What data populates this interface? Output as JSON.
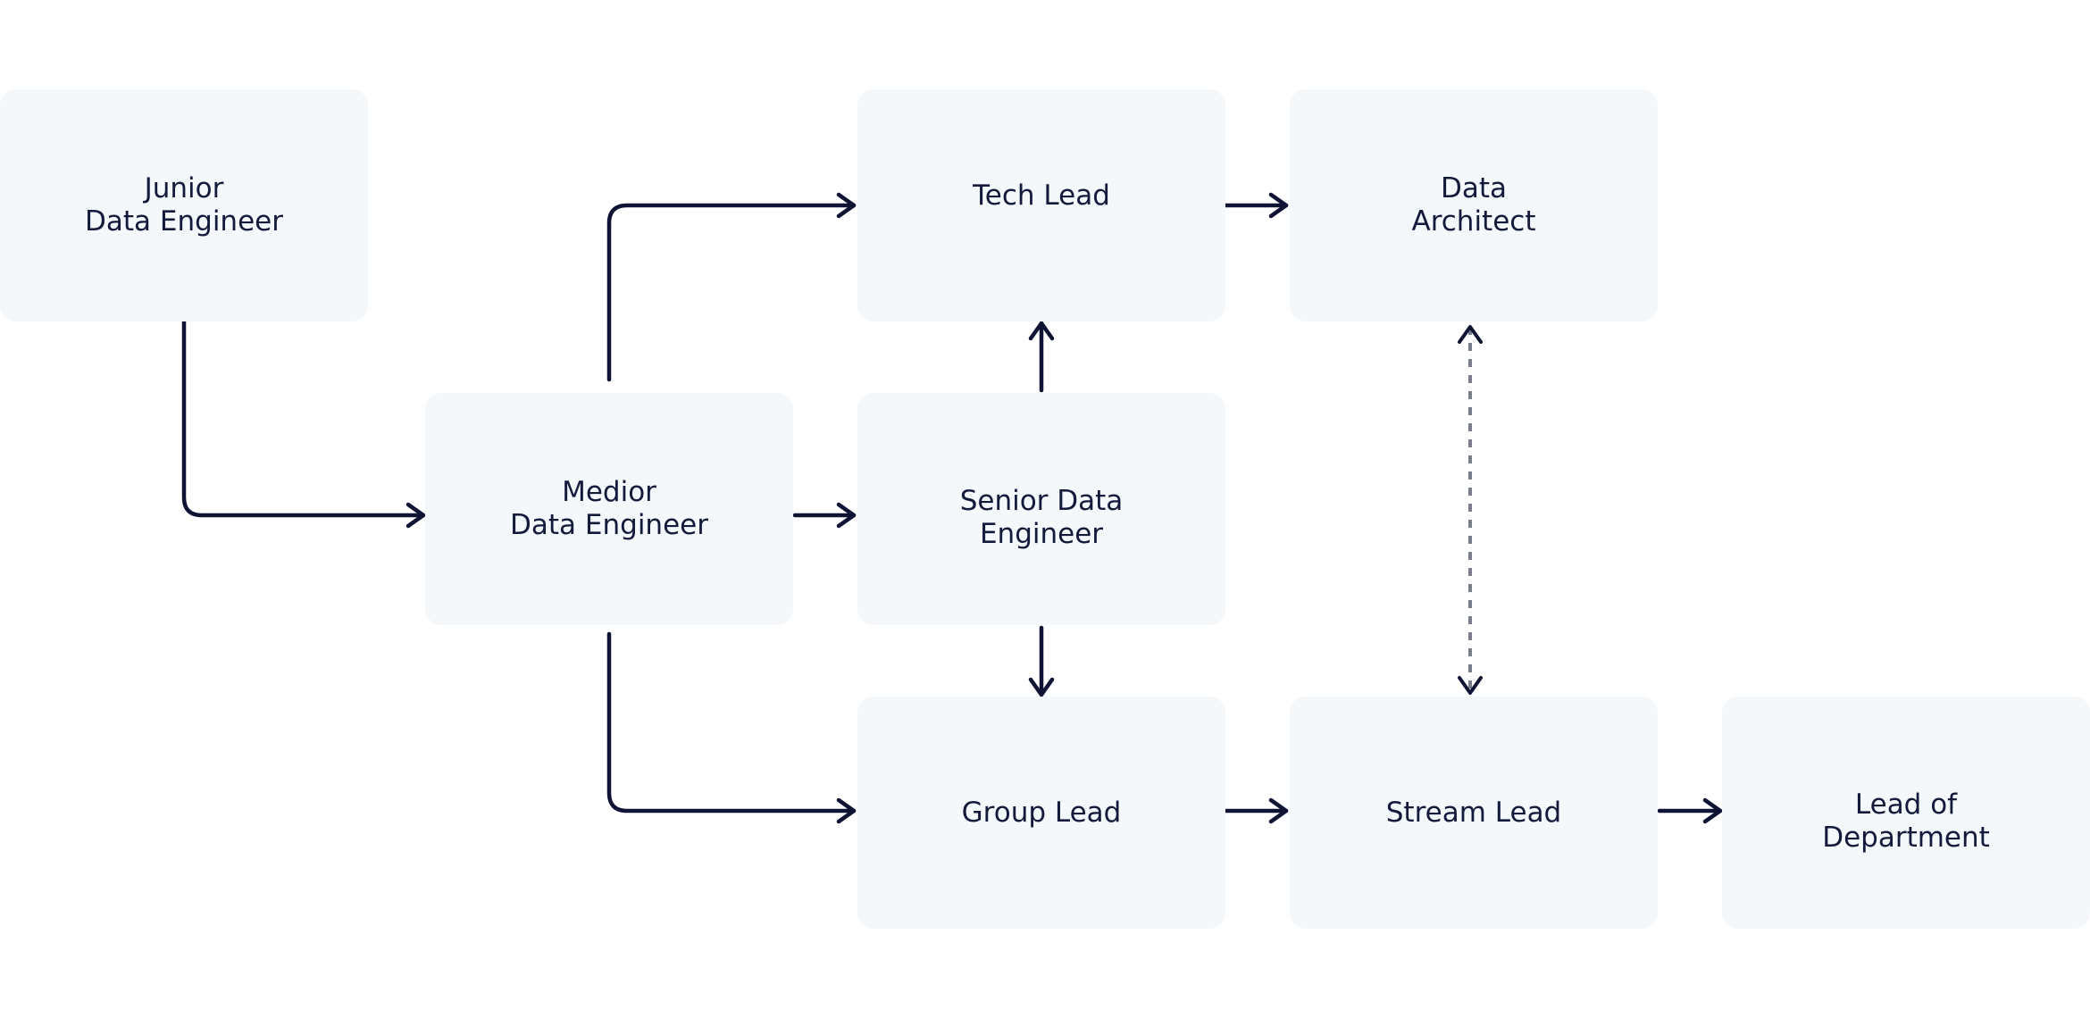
{
  "nodes": {
    "junior": {
      "line1": "Junior",
      "line2": "Data Engineer"
    },
    "medior": {
      "line1": "Medior",
      "line2": "Data Engineer"
    },
    "tech_lead": {
      "line1": "Tech Lead"
    },
    "senior": {
      "line1": "Senior Data",
      "line2": "Engineer"
    },
    "data_architect": {
      "line1": "Data",
      "line2": "Architect"
    },
    "group_lead": {
      "line1": "Group Lead"
    },
    "stream_lead": {
      "line1": "Stream Lead"
    },
    "lead_of_department": {
      "line1": "Lead of",
      "line2": "Department"
    }
  },
  "colors": {
    "node_fill": "#f5f8fb",
    "text": "#141a3c",
    "arrow": "#0f1434",
    "dashed_arrow": "#7a7d8c"
  }
}
